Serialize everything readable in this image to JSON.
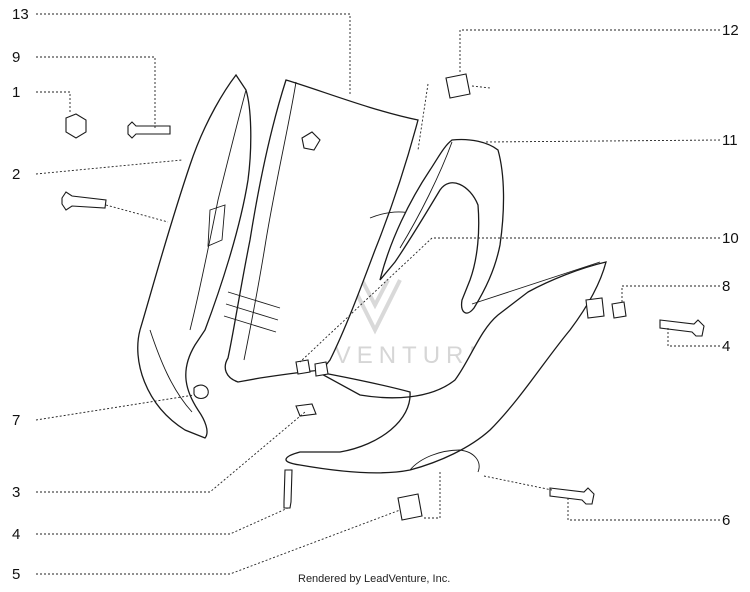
{
  "callouts": [
    "1",
    "2",
    "3",
    "4",
    "5",
    "6",
    "7",
    "8",
    "9",
    "10",
    "11",
    "12",
    "13"
  ],
  "watermark": "LEADVENTURE",
  "credit": "Rendered by LeadVenture, Inc."
}
